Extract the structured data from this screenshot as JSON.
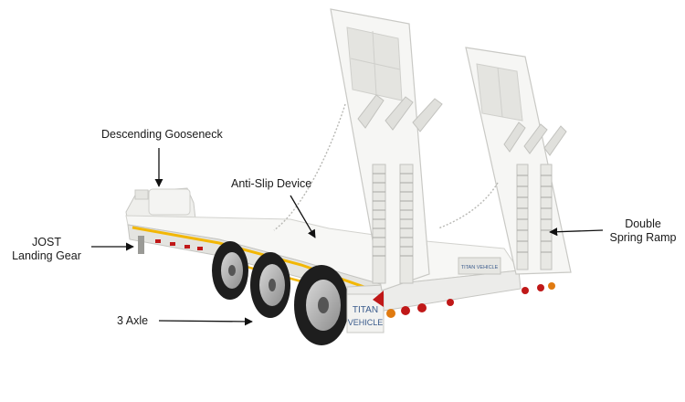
{
  "labels": {
    "descending_gooseneck": "Descending Gooseneck",
    "anti_slip_device": "Anti-Slip Device",
    "jost_line1": "JOST",
    "jost_line2": "Landing Gear",
    "double_line1": "Double",
    "double_line2": "Spring Ramp",
    "three_axle": "3 Axle"
  },
  "vehicle_marking": {
    "plate_line1": "TITAN",
    "plate_line2": "VEHICLE",
    "rear_badge": "TITAN VEHICLE"
  },
  "colors": {
    "body": "#f6f6f4",
    "shade": "#dcdcd8",
    "stripe": "#f2b705",
    "tire": "#1e1e1e",
    "lamp_red": "#c01818",
    "lamp_amber": "#e07a10",
    "arrow": "#111111"
  }
}
